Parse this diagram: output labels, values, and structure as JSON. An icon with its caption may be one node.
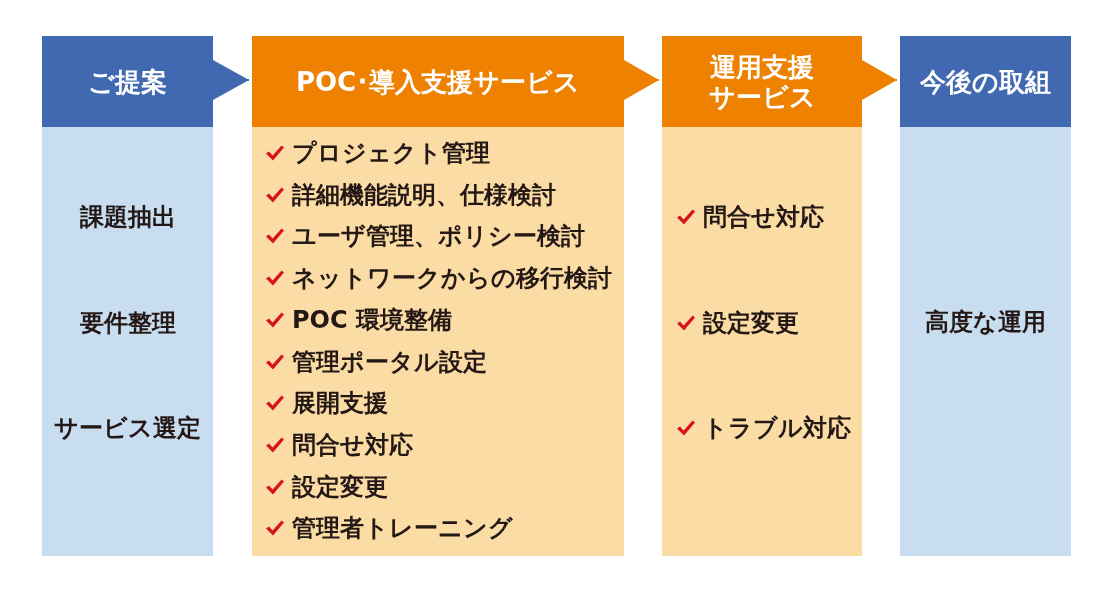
{
  "diagram": {
    "nodes": [
      {
        "text": [
          "ご提案"
        ]
      },
      {
        "text": [
          "POC･導入支援サービス"
        ]
      },
      {
        "text": [
          "運用支援サービス"
        ]
      },
      {
        "text": [
          "今後の取組"
        ]
      },
      {
        "text": [
          "課題抽出",
          "要件整理",
          "サービス選定"
        ]
      },
      {
        "text": [
          "プロジェクト管理",
          "詳細機能説明、仕様検討",
          "ユーザ管理、ポリシー検討",
          "ネットワークからの移行検討",
          "POC 環境整備",
          "管理ポータル設定",
          "展開支援",
          "問合せ対応",
          "設定変更",
          "管理者トレーニング"
        ]
      },
      {
        "text": [
          "問合せ対応",
          "設定変更",
          "トラブル対応"
        ]
      },
      {
        "text": [
          "高度な運用"
        ]
      }
    ],
    "edges": [
      {
        "from": 0,
        "to": 1,
        "arrow": "to",
        "color": "#4069b1"
      },
      {
        "from": 1,
        "to": 2,
        "arrow": "to"
      },
      {
        "from": 2,
        "to": 3,
        "arrow": "to"
      }
    ]
  }
}
